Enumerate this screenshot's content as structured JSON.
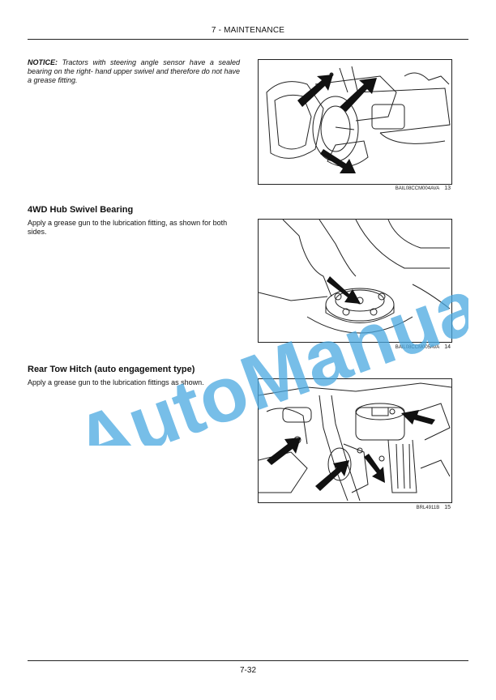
{
  "header": {
    "title": "7 - MAINTENANCE"
  },
  "notice": {
    "label": "NOTICE:",
    "text": " Tractors with steering angle sensor have a sealed bearing on the right- hand upper swivel and therefore do not have a grease fitting."
  },
  "sections": [
    {
      "title": "4WD Hub Swivel Bearing",
      "body": "Apply a grease gun to the lubrication fitting, as shown for both sides."
    },
    {
      "title": "Rear Tow Hitch (auto engagement type)",
      "body": "Apply a grease gun to the lubrication fittings as shown."
    }
  ],
  "figures": [
    {
      "code": "BAIL08CCM004AVA",
      "number": "13"
    },
    {
      "code": "BAIL08CCM005AVA",
      "number": "14"
    },
    {
      "code": "BRL4911B",
      "number": "15"
    }
  ],
  "watermark": {
    "text": "AutoManual",
    "color": "#4aa8e0"
  },
  "footer": {
    "page_number": "7-32"
  }
}
